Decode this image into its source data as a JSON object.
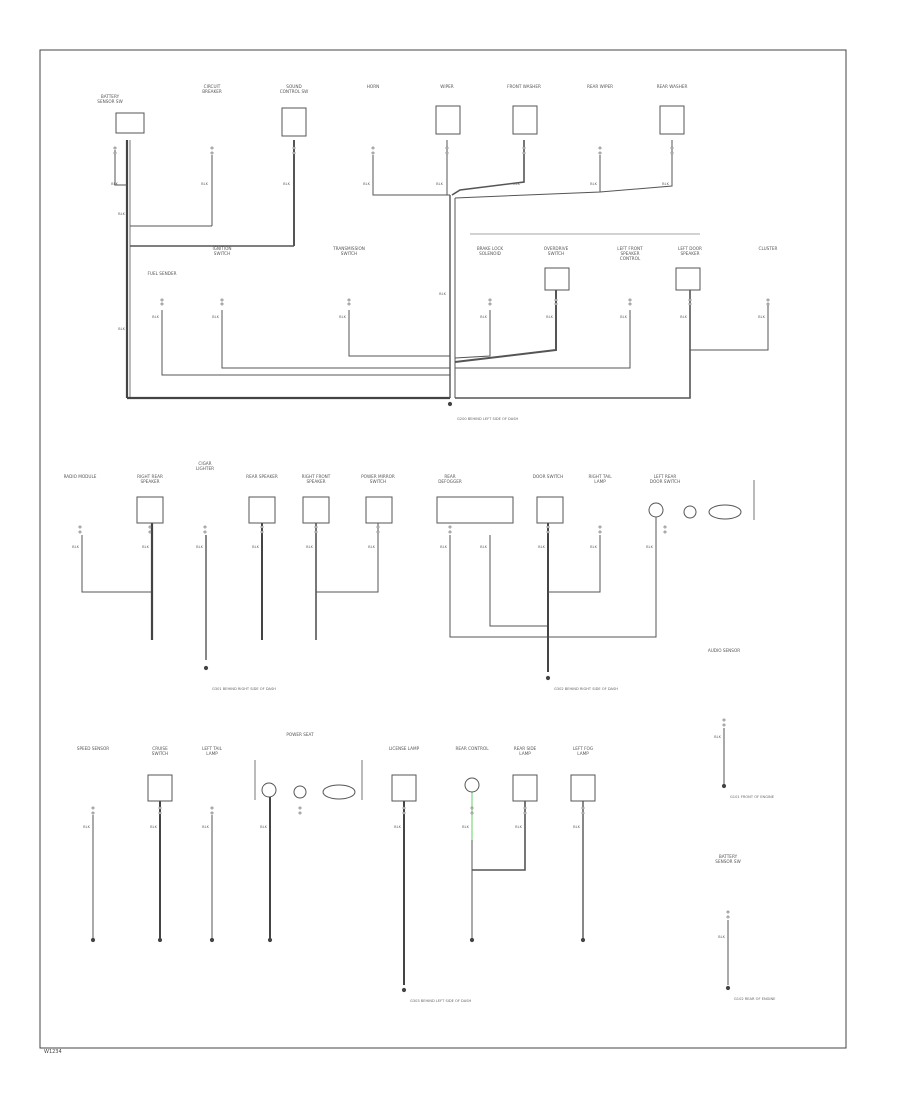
{
  "diagram": {
    "components": [
      "BATTERY SENSOR SW",
      "CIRCUIT BREAKER",
      "SOUND CONTROL SW",
      "HORN",
      "WIPER",
      "FRONT WASHER",
      "REAR WIPER",
      "REAR WASHER",
      "FUEL SENDER",
      "IGNITION SWITCH",
      "TRANSMISSION SWITCH",
      "BRAKE LOCK SOLENOID",
      "OVERDRIVE SWITCH",
      "LEFT FRONT SPEAKER CONTROL",
      "LEFT DOOR SPEAKER",
      "CLUSTER",
      "RADIO MODULE",
      "RIGHT REAR SPEAKER",
      "CIGAR LIGHTER",
      "REAR SPEAKER",
      "RIGHT FRONT SPEAKER",
      "POWER MIRROR SWITCH",
      "REAR DEFOGGER",
      "DOOR SWITCH",
      "RIGHT TAIL LAMP",
      "LEFT REAR DOOR SWITCH",
      "SPEED SENSOR",
      "CRUISE SWITCH",
      "LEFT TAIL LAMP",
      "POWER SEAT",
      "LICENSE LAMP",
      "REAR CONTROL",
      "REAR SIDE LAMP",
      "LEFT FOG LAMP",
      "AUDIO SENSOR"
    ],
    "notes": [
      "G200 BEHIND LEFT SIDE OF DASH",
      "G301 BEHIND RIGHT SIDE OF DASH",
      "G302 BEHIND RIGHT SIDE OF DASH",
      "G303 BEHIND LEFT SIDE OF DASH",
      "G101 FRONT OF ENGINE",
      "G102 REAR OF ENGINE"
    ],
    "wire": "BLK",
    "footer_code": "W1234"
  }
}
